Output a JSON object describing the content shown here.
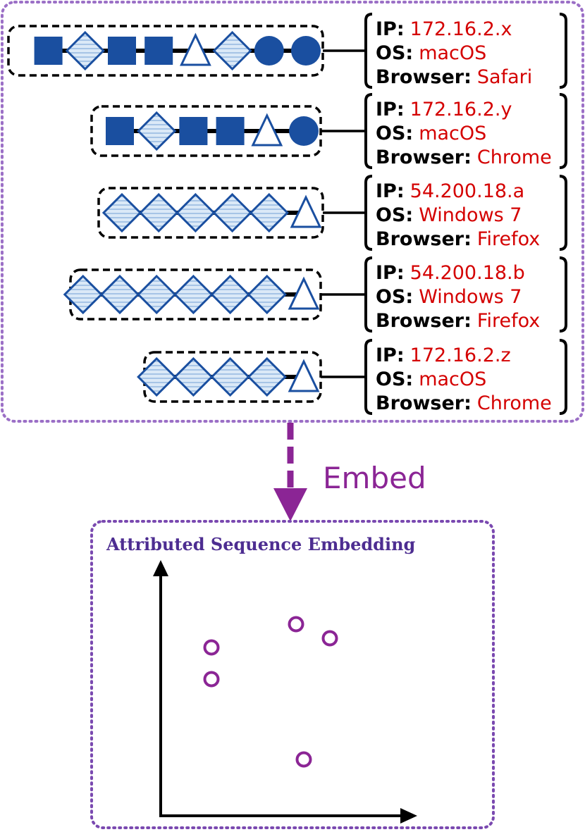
{
  "colors": {
    "shape_fill": "#1a4fa0",
    "shape_stroke": "#1a4fa0",
    "hatch_fill": "#dbe9f7",
    "hatch_line": "#8fb5e0",
    "value_text": "#d40000",
    "frame_border": "#9b6fc6",
    "embed_purple": "#8b2595",
    "title_purple": "#4d2d91",
    "point_purple": "#8b2595"
  },
  "labels": {
    "ip_key": "IP:",
    "os_key": "OS:",
    "browser_key": "Browser:"
  },
  "sequences": [
    {
      "shapes": [
        "square",
        "diamond",
        "square",
        "square",
        "triangle",
        "diamond",
        "circle",
        "circle"
      ],
      "ip": "172.16.2.x",
      "os": "macOS",
      "browser": "Safari"
    },
    {
      "shapes": [
        "square",
        "diamond",
        "square",
        "square",
        "triangle",
        "circle"
      ],
      "ip": "172.16.2.y",
      "os": "macOS",
      "browser": "Chrome"
    },
    {
      "shapes": [
        "diamond",
        "diamond",
        "diamond",
        "diamond",
        "diamond",
        "triangle"
      ],
      "ip": "54.200.18.a",
      "os": "Windows 7",
      "browser": "Firefox"
    },
    {
      "shapes": [
        "diamond",
        "diamond",
        "diamond",
        "diamond",
        "diamond",
        "diamond",
        "triangle"
      ],
      "ip": "54.200.18.b",
      "os": "Windows 7",
      "browser": "Firefox"
    },
    {
      "shapes": [
        "diamond",
        "diamond",
        "diamond",
        "diamond",
        "triangle"
      ],
      "ip": "172.16.2.z",
      "os": "macOS",
      "browser": "Chrome"
    }
  ],
  "embed_label": "Embed",
  "embedding": {
    "title": "Attributed Sequence Embedding",
    "point_count": 5
  }
}
